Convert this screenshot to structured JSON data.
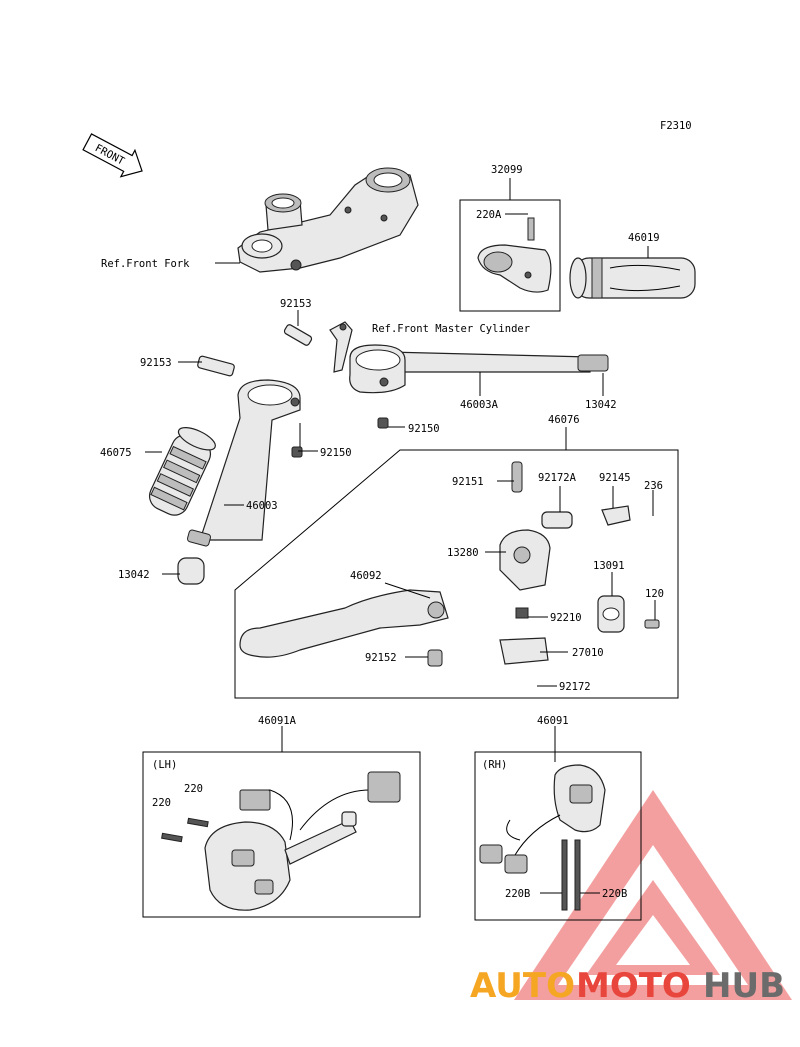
{
  "figure_code": "F2310",
  "front_label": "FRONT",
  "callouts": {
    "ref_front_fork": "Ref.Front Fork",
    "ref_front_master_cylinder": "Ref.Front Master Cylinder",
    "p32099": "32099",
    "p220A": "220A",
    "p46019": "46019",
    "p92153_top": "92153",
    "p92153_left": "92153",
    "p46003A": "46003A",
    "p13042_right": "13042",
    "p92150_right": "92150",
    "p92150_left": "92150",
    "p46076": "46076",
    "p46075": "46075",
    "p46003": "46003",
    "p13042_left": "13042",
    "p92151": "92151",
    "p92172A": "92172A",
    "p92145": "92145",
    "p236": "236",
    "p13280": "13280",
    "p46092": "46092",
    "p13091": "13091",
    "p120": "120",
    "p92210": "92210",
    "p92152": "92152",
    "p27010": "27010",
    "p92172": "92172",
    "p46091A": "46091A",
    "p46091": "46091",
    "lh": "(LH)",
    "rh": "(RH)",
    "p220_a": "220",
    "p220_b": "220",
    "p220B_left": "220B",
    "p220B_right": "220B"
  },
  "watermark": {
    "part1": "AUTO",
    "part2": "MOTO",
    "part3": "HUB",
    "colors": {
      "orange": "#f5a623",
      "red": "#e8463c",
      "gray": "#6b6b6b",
      "triangle": "#f08080"
    }
  }
}
